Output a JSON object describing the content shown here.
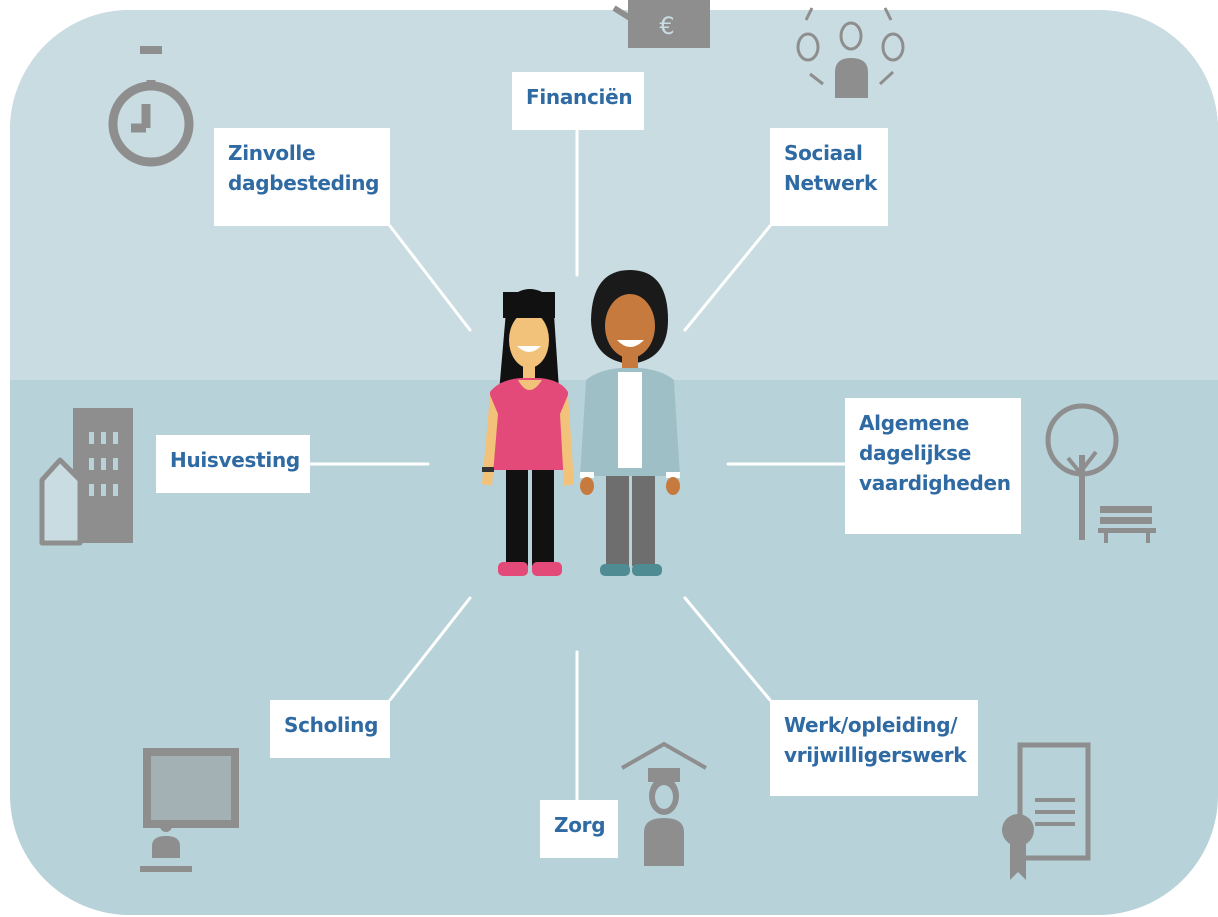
{
  "labels": {
    "financien": "Financiën",
    "zinvolle": "Zinvolle\ndagbesteding",
    "sociaal": "Sociaal\nNetwerk",
    "huisvesting": "Huisvesting",
    "algemene": "Algemene\ndagelijkse\nvaardigheden",
    "scholing": "Scholing",
    "werk": "Werk/opleiding/\nvrijwilligerswerk",
    "zorg": "Zorg"
  },
  "icons": {
    "euro_symbol": "€"
  },
  "colors": {
    "label_text": "#2f6aa3",
    "label_bg": "#ffffff",
    "bg_top": "#c9dce1",
    "bg_bottom": "#b7d2d9",
    "icon_gray": "#8e8e8e",
    "connector": "#ffffff"
  }
}
